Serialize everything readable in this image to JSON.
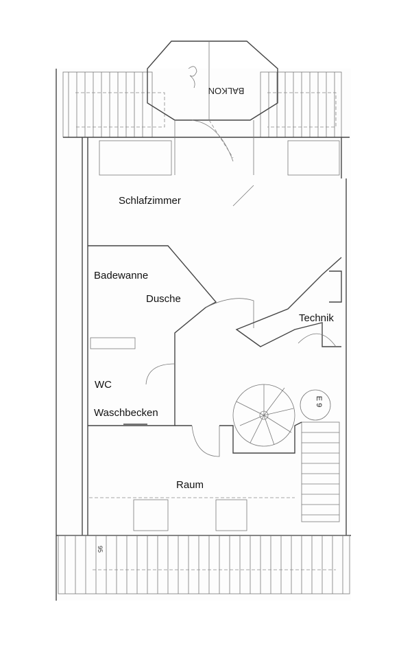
{
  "rooms": {
    "balkon": "BALKON",
    "schlafzimmer": "Schlafzimmer",
    "badewanne": "Badewanne",
    "dusche": "Dusche",
    "technik": "Technik",
    "wc": "WC",
    "waschbecken": "Waschbecken",
    "raum": "Raum"
  },
  "annotations": {
    "stair_rise": "E 9",
    "dimension": "95"
  },
  "colors": {
    "line": "#444444",
    "background": "#ffffff"
  }
}
